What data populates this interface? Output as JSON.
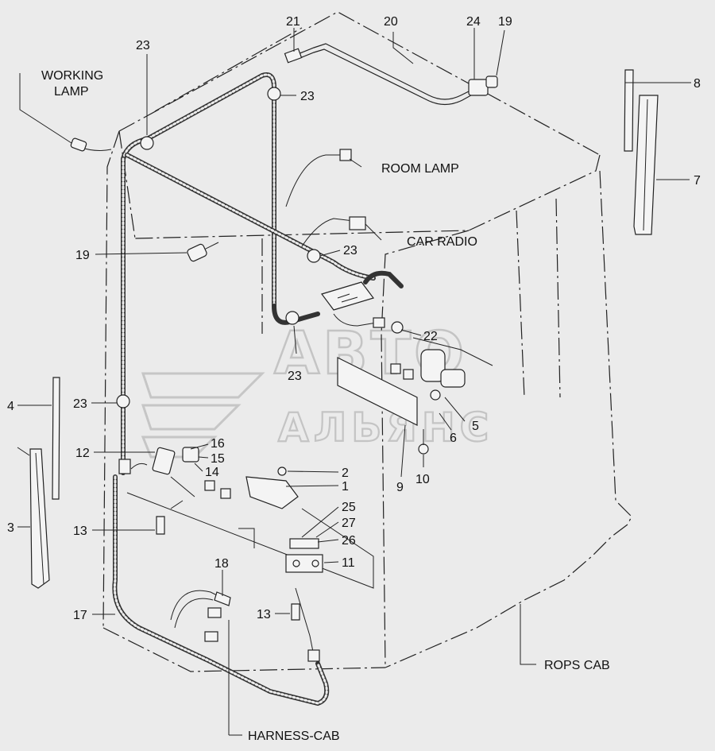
{
  "labels": {
    "working_lamp_1": "WORKING",
    "working_lamp_2": "LAMP",
    "room_lamp": "ROOM LAMP",
    "car_radio": "CAR RADIO",
    "rops_cab": "ROPS CAB",
    "harness_cab": "HARNESS-CAB"
  },
  "watermark": {
    "line1": "АВТО",
    "line2": "АЛЬЯНС"
  },
  "callouts": {
    "n1": "1",
    "n2": "2",
    "n3": "3",
    "n4": "4",
    "n5": "5",
    "n6": "6",
    "n7": "7",
    "n8": "8",
    "n9": "9",
    "n10": "10",
    "n11": "11",
    "n12": "12",
    "n13a": "13",
    "n13b": "13",
    "n14": "14",
    "n15": "15",
    "n16": "16",
    "n17": "17",
    "n18": "18",
    "n19a": "19",
    "n19b": "19",
    "n20": "20",
    "n21": "21",
    "n22": "22",
    "n23a": "23",
    "n23b": "23",
    "n23c": "23",
    "n23d": "23",
    "n23e": "23",
    "n24": "24",
    "n25": "25",
    "n26": "26",
    "n27": "27"
  }
}
